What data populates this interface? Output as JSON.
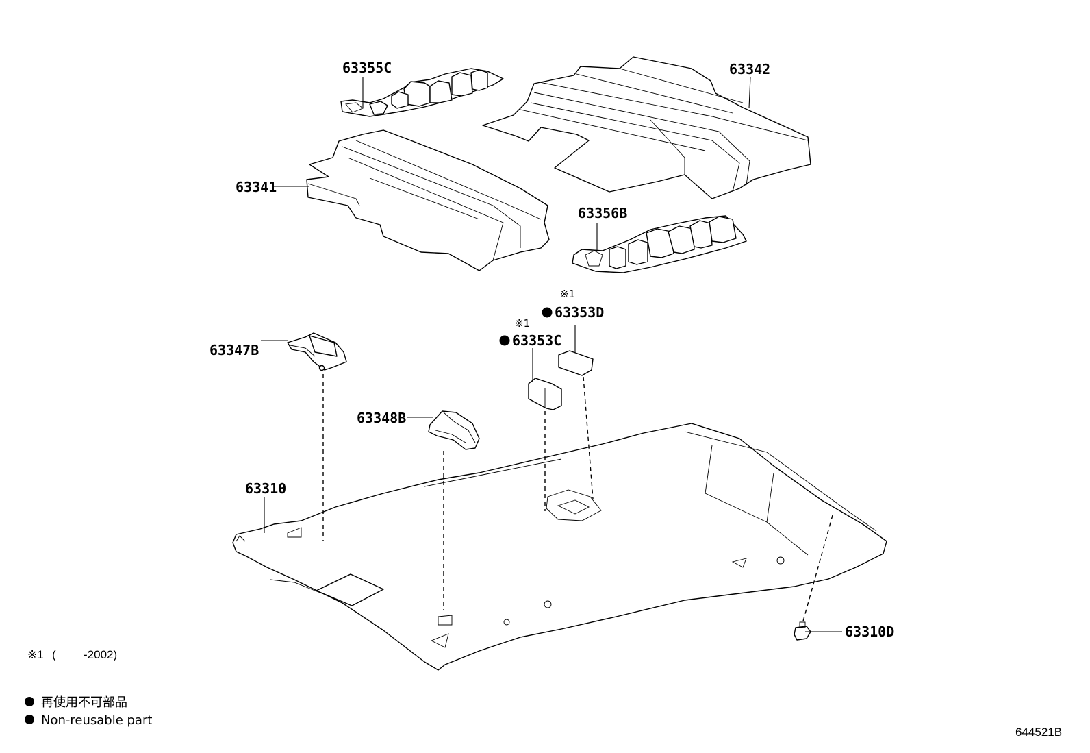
{
  "diagram": {
    "callouts": {
      "p63355c": "63355C",
      "p63342": "63342",
      "p63341": "63341",
      "p63356b": "63356B",
      "p63353d": "63353D",
      "p63353c": "63353C",
      "p63347b": "63347B",
      "p63348b": "63348B",
      "p63310": "63310",
      "p63310d": "63310D"
    },
    "note_mark": "※1"
  },
  "footnote": {
    "mark": "※1",
    "open": "(",
    "range": "-2002)"
  },
  "legend": {
    "jp": "再使用不可部品",
    "en": "Non-reusable part"
  },
  "figure_id": "644521B"
}
